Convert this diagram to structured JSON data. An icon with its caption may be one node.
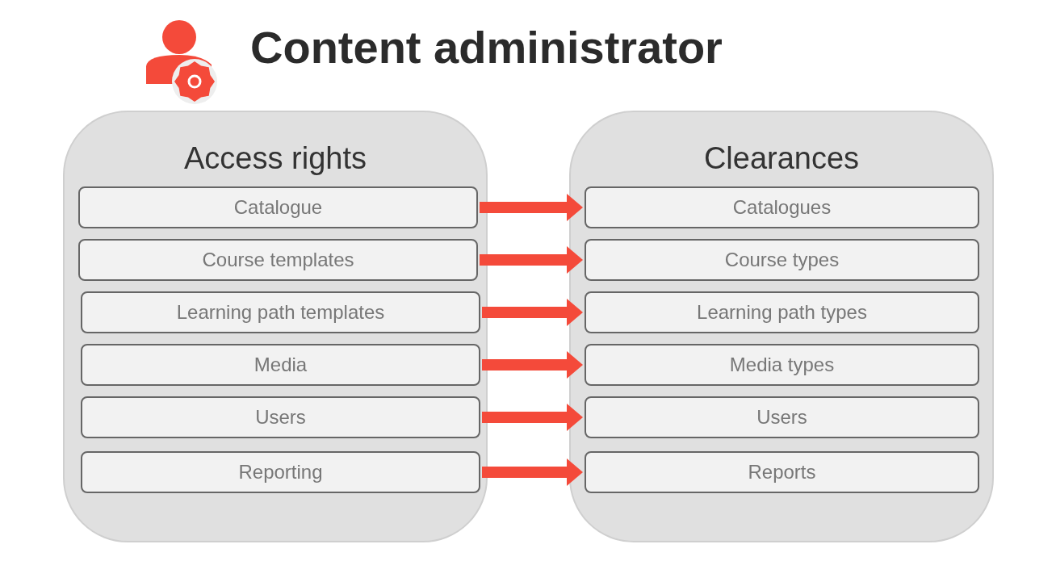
{
  "diagram": {
    "title": "Content administrator",
    "nodes": [
      {
        "text": [
          "Access rights"
        ]
      },
      {
        "text": [
          "Catalogue"
        ],
        "in": 0
      },
      {
        "text": [
          "Course templates"
        ],
        "in": 0
      },
      {
        "text": [
          "Learning path templates"
        ],
        "in": 0
      },
      {
        "text": [
          "Media"
        ],
        "in": 0
      },
      {
        "text": [
          "Users"
        ],
        "in": 0
      },
      {
        "text": [
          "Reporting"
        ],
        "in": 0
      },
      {
        "text": [
          "Clearances"
        ]
      },
      {
        "text": [
          "Catalogues"
        ],
        "in": 7
      },
      {
        "text": [
          "Course types"
        ],
        "in": 7
      },
      {
        "text": [
          "Learning path types"
        ],
        "in": 7
      },
      {
        "text": [
          "Media types"
        ],
        "in": 7
      },
      {
        "text": [
          "Users"
        ],
        "in": 7
      },
      {
        "text": [
          "Reports"
        ],
        "in": 7
      }
    ],
    "edges": [
      {
        "from": 1,
        "to": 8,
        "arrow": "to"
      },
      {
        "from": 2,
        "to": 9,
        "arrow": "to"
      },
      {
        "from": 3,
        "to": 10,
        "arrow": "to"
      },
      {
        "from": 4,
        "to": 11,
        "arrow": "to"
      },
      {
        "from": 5,
        "to": 12,
        "arrow": "to"
      },
      {
        "from": 6,
        "to": 13,
        "arrow": "to"
      }
    ]
  }
}
